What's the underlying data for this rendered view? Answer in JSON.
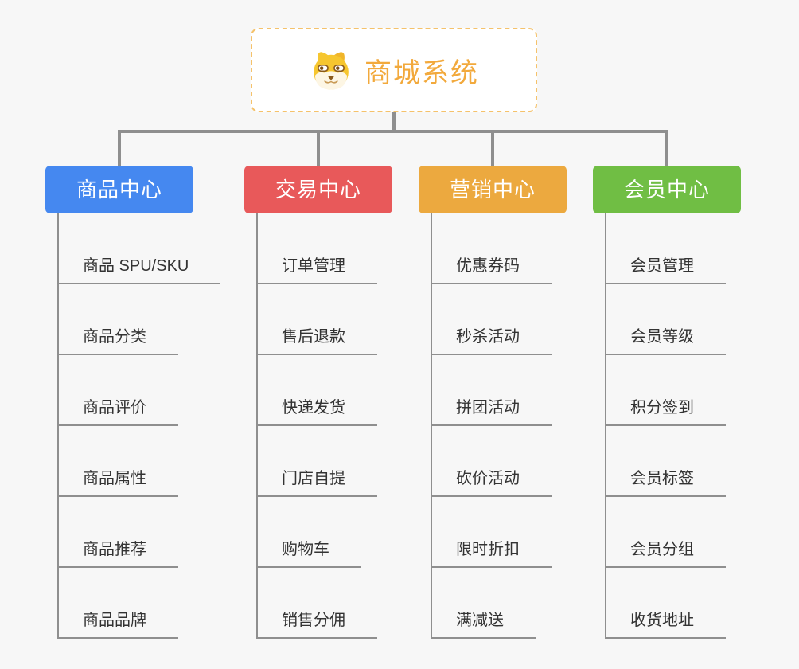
{
  "canvas": {
    "background": "#f7f7f7",
    "connector_color": "#8f8f8f"
  },
  "root": {
    "title": "商城系统",
    "icon": "dog-face-icon",
    "title_color": "#f2a93c",
    "border_color": "#f5c26b"
  },
  "branches": [
    {
      "label": "商品中心",
      "color": "#4588f0",
      "items": [
        "商品 SPU/SKU",
        "商品分类",
        "商品评价",
        "商品属性",
        "商品推荐",
        "商品品牌"
      ]
    },
    {
      "label": "交易中心",
      "color": "#e8595a",
      "items": [
        "订单管理",
        "售后退款",
        "快递发货",
        "门店自提",
        "购物车",
        "销售分佣"
      ]
    },
    {
      "label": "营销中心",
      "color": "#eca93f",
      "items": [
        "优惠券码",
        "秒杀活动",
        "拼团活动",
        "砍价活动",
        "限时折扣",
        "满减送"
      ]
    },
    {
      "label": "会员中心",
      "color": "#70be44",
      "items": [
        "会员管理",
        "会员等级",
        "积分签到",
        "会员标签",
        "会员分组",
        "收货地址"
      ]
    }
  ]
}
